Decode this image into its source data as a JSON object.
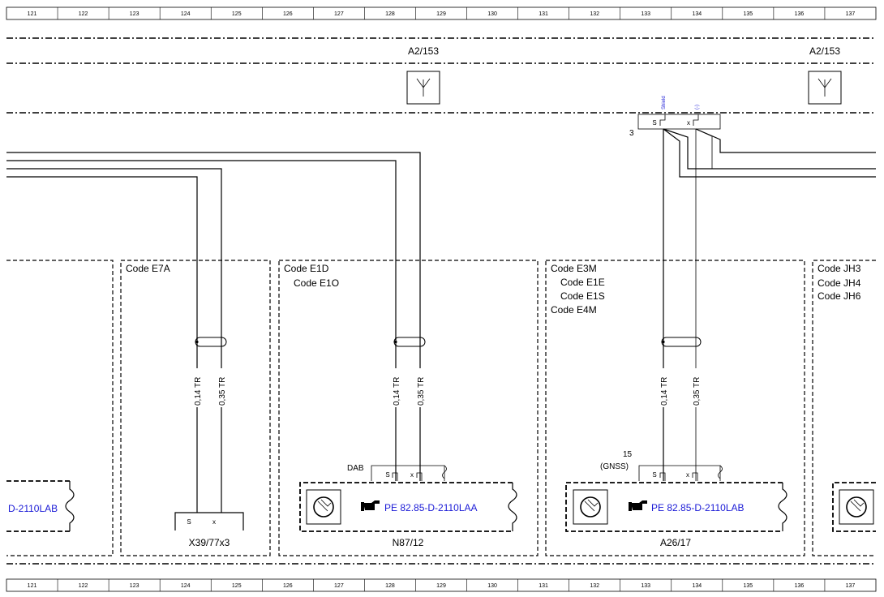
{
  "ruler": {
    "columns": [
      "121",
      "122",
      "123",
      "124",
      "125",
      "126",
      "127",
      "128",
      "129",
      "130",
      "131",
      "132",
      "133",
      "134",
      "135",
      "136",
      "137"
    ]
  },
  "antennas": [
    {
      "label": "A2/153"
    },
    {
      "label": "A2/153"
    }
  ],
  "shield_connector": {
    "pin_number": "3",
    "pin_s": "S",
    "pin_x": "x",
    "label_shield": "Shield",
    "label_minus": "(-)"
  },
  "zones": [
    {
      "codes": [
        "Code E7A"
      ]
    },
    {
      "codes": [
        "Code E1D",
        "Code E1O"
      ]
    },
    {
      "codes": [
        "Code E3M",
        "Code E1E",
        "Code E1S",
        "Code E4M"
      ]
    },
    {
      "codes": [
        "Code JH3",
        "Code JH4",
        "Code JH6"
      ]
    }
  ],
  "wires": {
    "w1": "0,14 TR",
    "w2": "0,35 TR"
  },
  "components": {
    "left_partial": {
      "link": "D-2110LAB"
    },
    "x39": {
      "label": "X39/77x3",
      "pin_s": "S",
      "pin_x": "x"
    },
    "n87": {
      "label": "N87/12",
      "conn": "DAB",
      "link": "PE 82.85-D-2110LAA",
      "pin_s": "S",
      "pin_x": "x"
    },
    "a26": {
      "label": "A26/17",
      "conn_num": "15",
      "conn": "(GNSS)",
      "link": "PE 82.85-D-2110LAB",
      "pin_s": "S",
      "pin_x": "x"
    }
  },
  "icons": {
    "antenna": "antenna-icon",
    "speaker": "speaker-icon",
    "pointer": "pointing-hand-icon"
  }
}
